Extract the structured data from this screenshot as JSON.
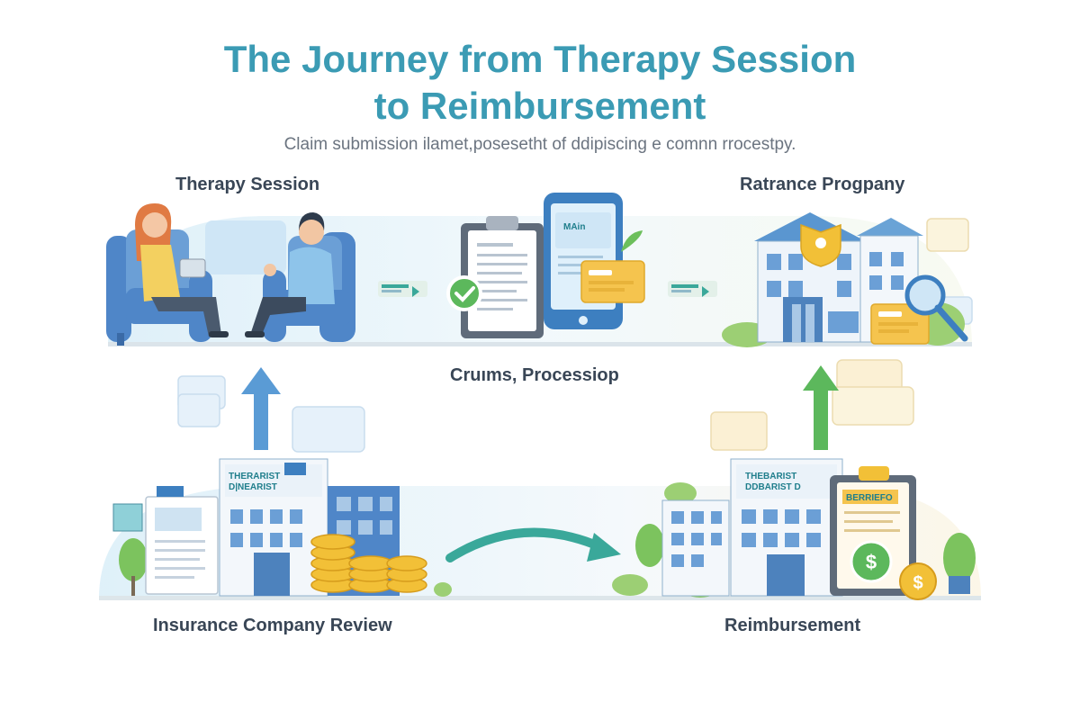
{
  "header": {
    "title_line1": "The Journey from Therapy Session",
    "title_line2": "to Reimbursement",
    "subtitle": "Claim submission ilamet,posesetht of ddipiscing e comnn rrocestpy."
  },
  "stages": {
    "therapy_session": "Therapy Session",
    "ratrance_progpany": "Ratrance Progpany",
    "claims_processing": "Cruıms, Processiop",
    "insurance_review": "Insurance Company Review",
    "reimbursement": "Reimbursement"
  },
  "signs": {
    "phone_screen": "MAin",
    "review_building": "THERARIST\nD|NEARIST",
    "reimb_building": "THEBARIST\nDDBARIST D",
    "invoice_header": "BERRIEFO"
  },
  "colors": {
    "title": "#3b9bb4",
    "accent_blue": "#5a9bd5",
    "accent_green": "#5cb85c",
    "coin_gold": "#f2c037",
    "teal_arrow": "#3aa89a"
  }
}
